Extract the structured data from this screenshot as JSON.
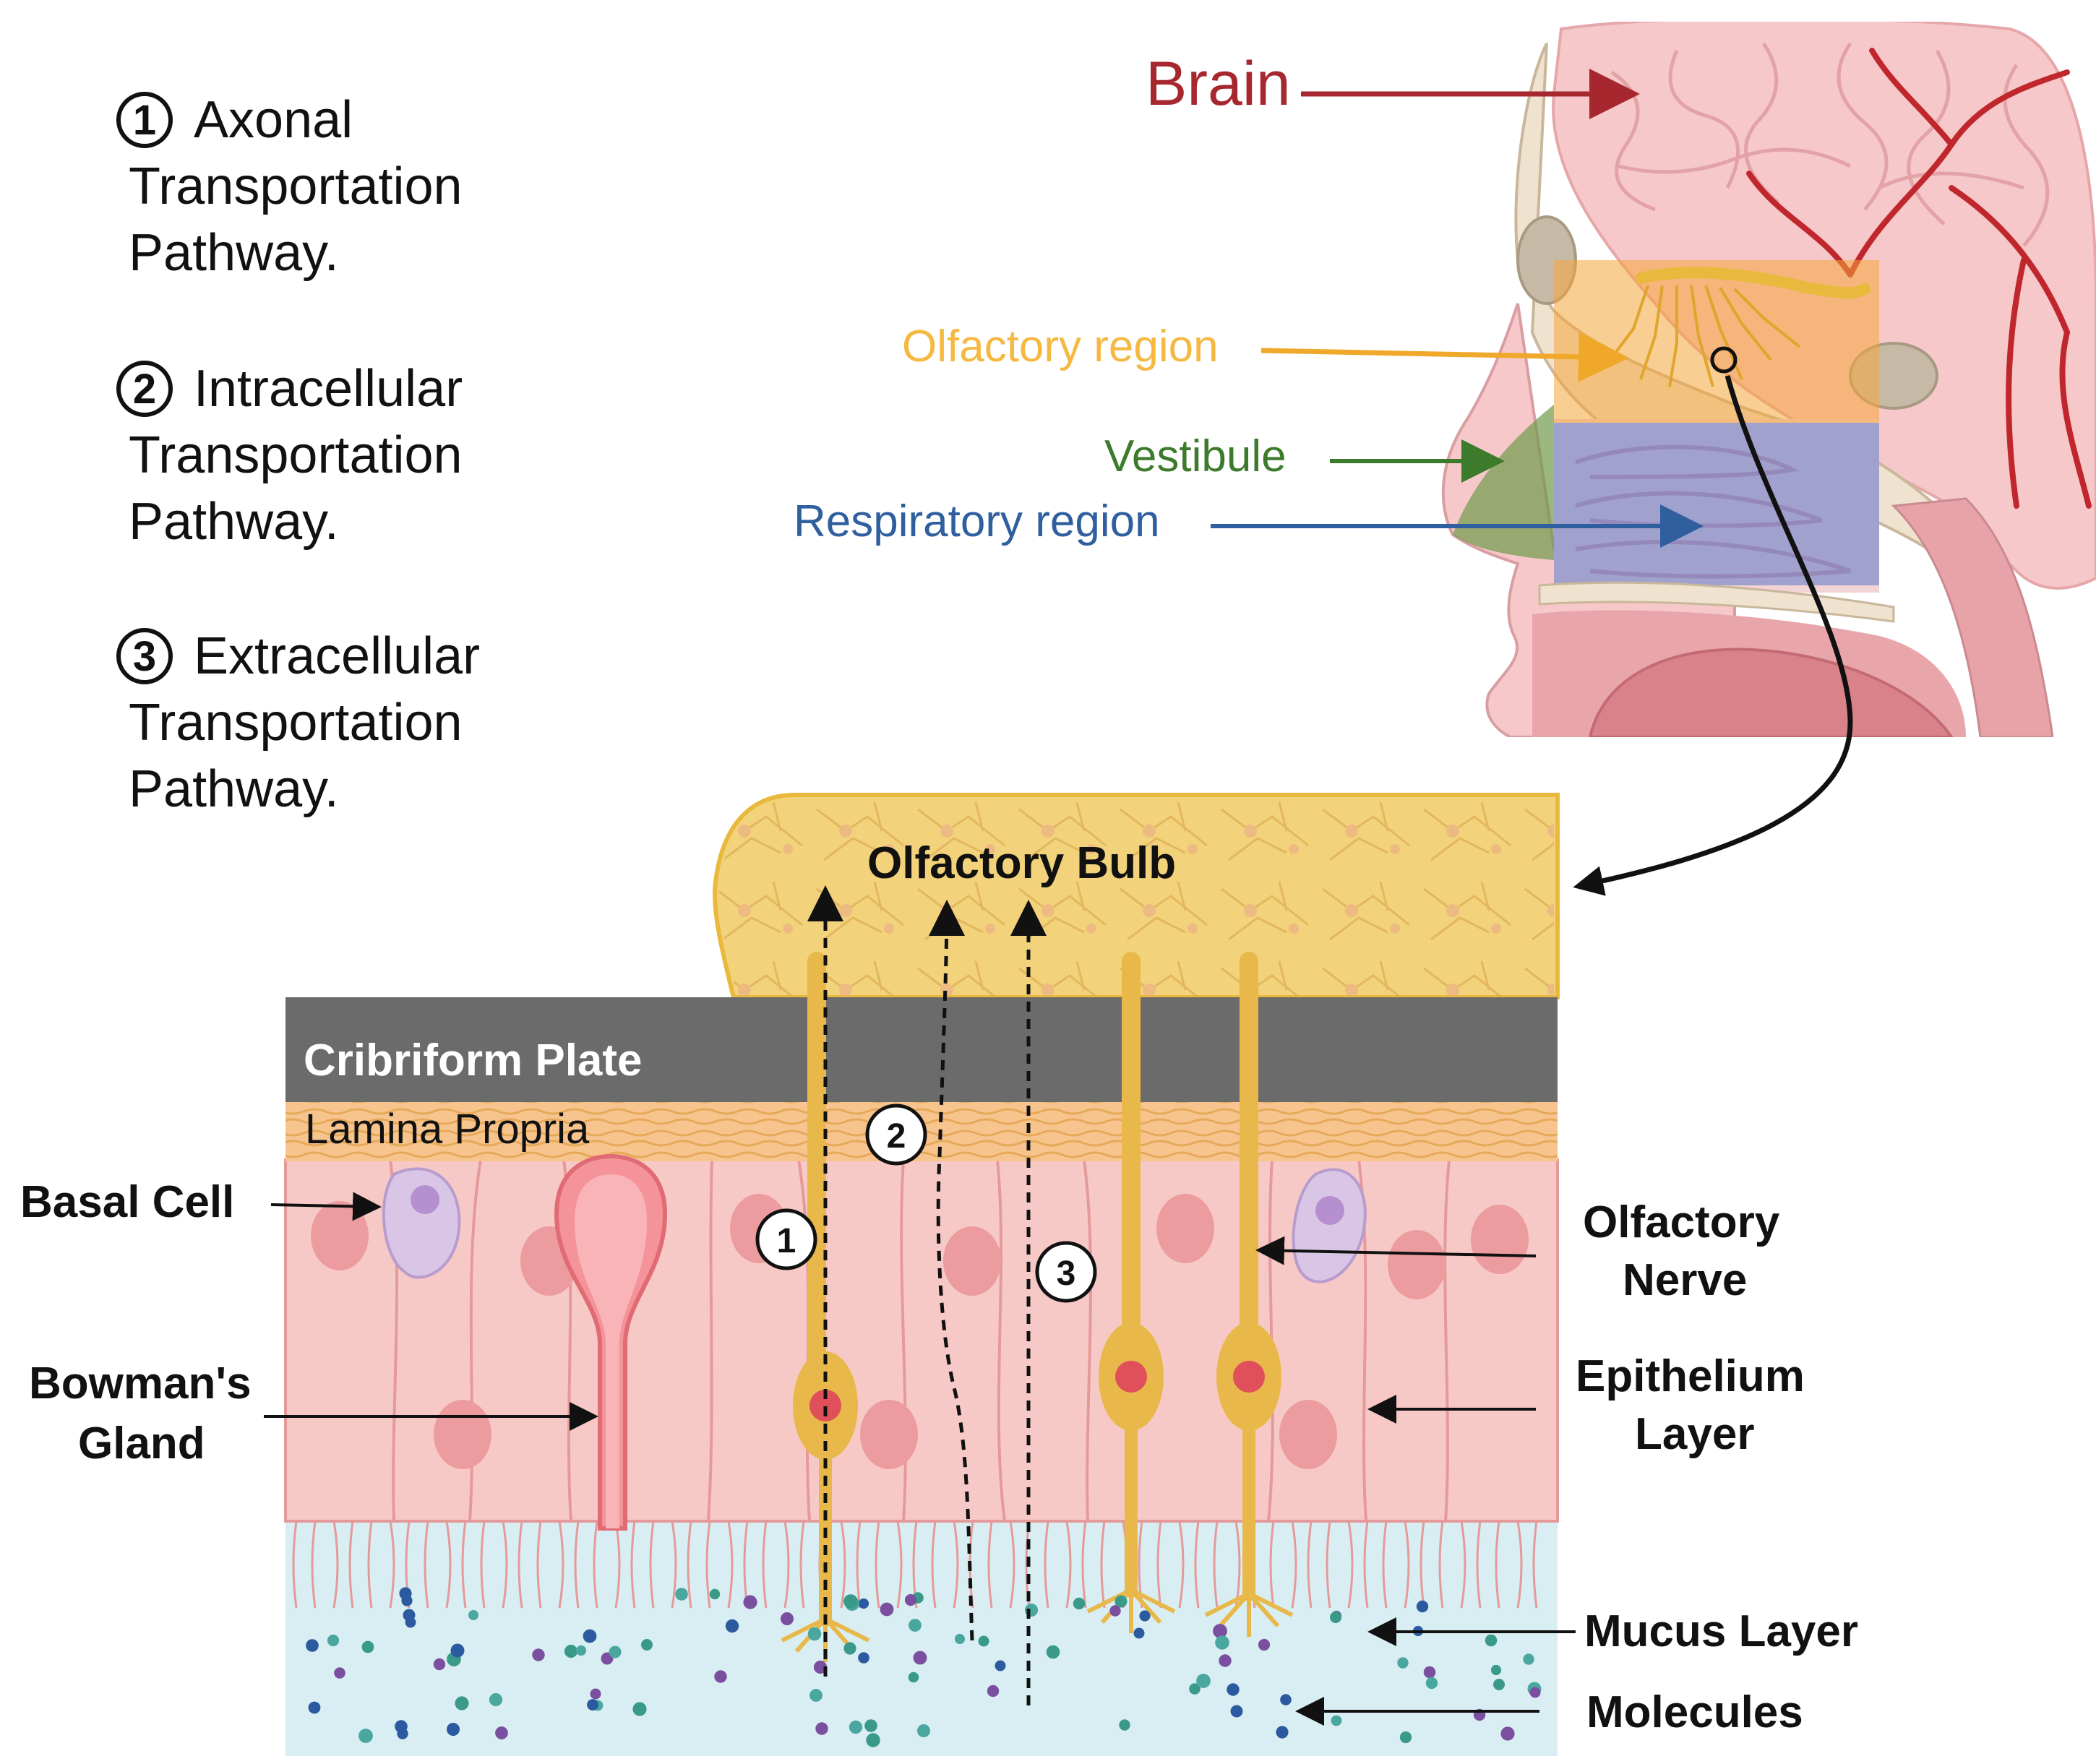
{
  "legend": {
    "items": [
      {
        "number": "1",
        "line1": "Axonal",
        "line2": "Transportation",
        "line3": "Pathway."
      },
      {
        "number": "2",
        "line1": "Intracellular",
        "line2": "Transportation",
        "line3": "Pathway."
      },
      {
        "number": "3",
        "line1": "Extracellular",
        "line2": "Transportation",
        "line3": "Pathway."
      }
    ]
  },
  "head": {
    "brain": "Brain",
    "olfactory_region": "Olfactory region",
    "vestibule": "Vestibule",
    "respiratory_region": "Respiratory region"
  },
  "detail": {
    "olfactory_bulb": "Olfactory Bulb",
    "cribriform_plate": "Cribriform Plate",
    "lamina_propria": "Lamina Propria",
    "path_markers": [
      "1",
      "2",
      "3"
    ]
  },
  "labels": {
    "basal_cell": "Basal Cell",
    "bowmans_gland_1": "Bowman's",
    "bowmans_gland_2": "Gland",
    "olfactory_nerve_1": "Olfactory",
    "olfactory_nerve_2": "Nerve",
    "epithelium_1": "Epithelium",
    "epithelium_2": "Layer",
    "mucus_layer": "Mucus Layer",
    "molecules": "Molecules"
  },
  "colors": {
    "brain_label": "#a7272f",
    "olfactory_label": "#f5b942",
    "vestibule_label": "#3c7a2c",
    "respiratory_label": "#2f5f9e",
    "bulb_fill": "#f2d27a",
    "cribriform": "#6b6b6b",
    "lamina": "#f7c48e",
    "epithelium": "#f7c9c6",
    "mucus": "#d9eef2",
    "neuron": "#e8b94a",
    "gland": "#f4939a"
  }
}
